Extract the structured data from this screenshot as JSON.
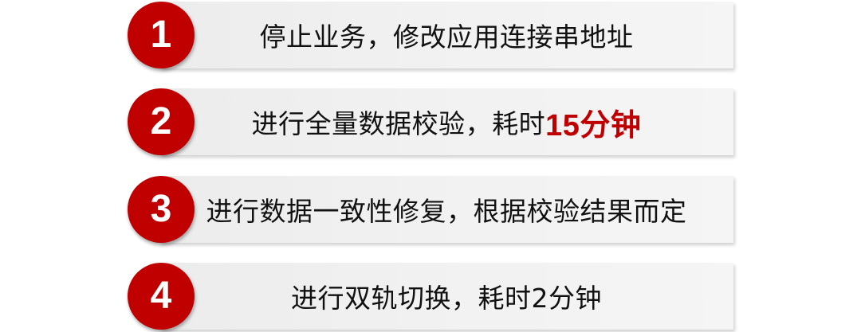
{
  "steps": [
    {
      "number": "1",
      "text": "停止业务，修改应用连接串地址",
      "highlight": ""
    },
    {
      "number": "2",
      "text": "进行全量数据校验，耗时",
      "highlight": "15分钟"
    },
    {
      "number": "3",
      "text": "进行数据一致性修复，根据校验结果而定",
      "highlight": ""
    },
    {
      "number": "4",
      "text": "进行双轨切换，耗时2分钟",
      "highlight": ""
    }
  ],
  "colors": {
    "badge": "#c00000",
    "highlight": "#c00000",
    "bar": "#efefef",
    "text": "#111111"
  }
}
